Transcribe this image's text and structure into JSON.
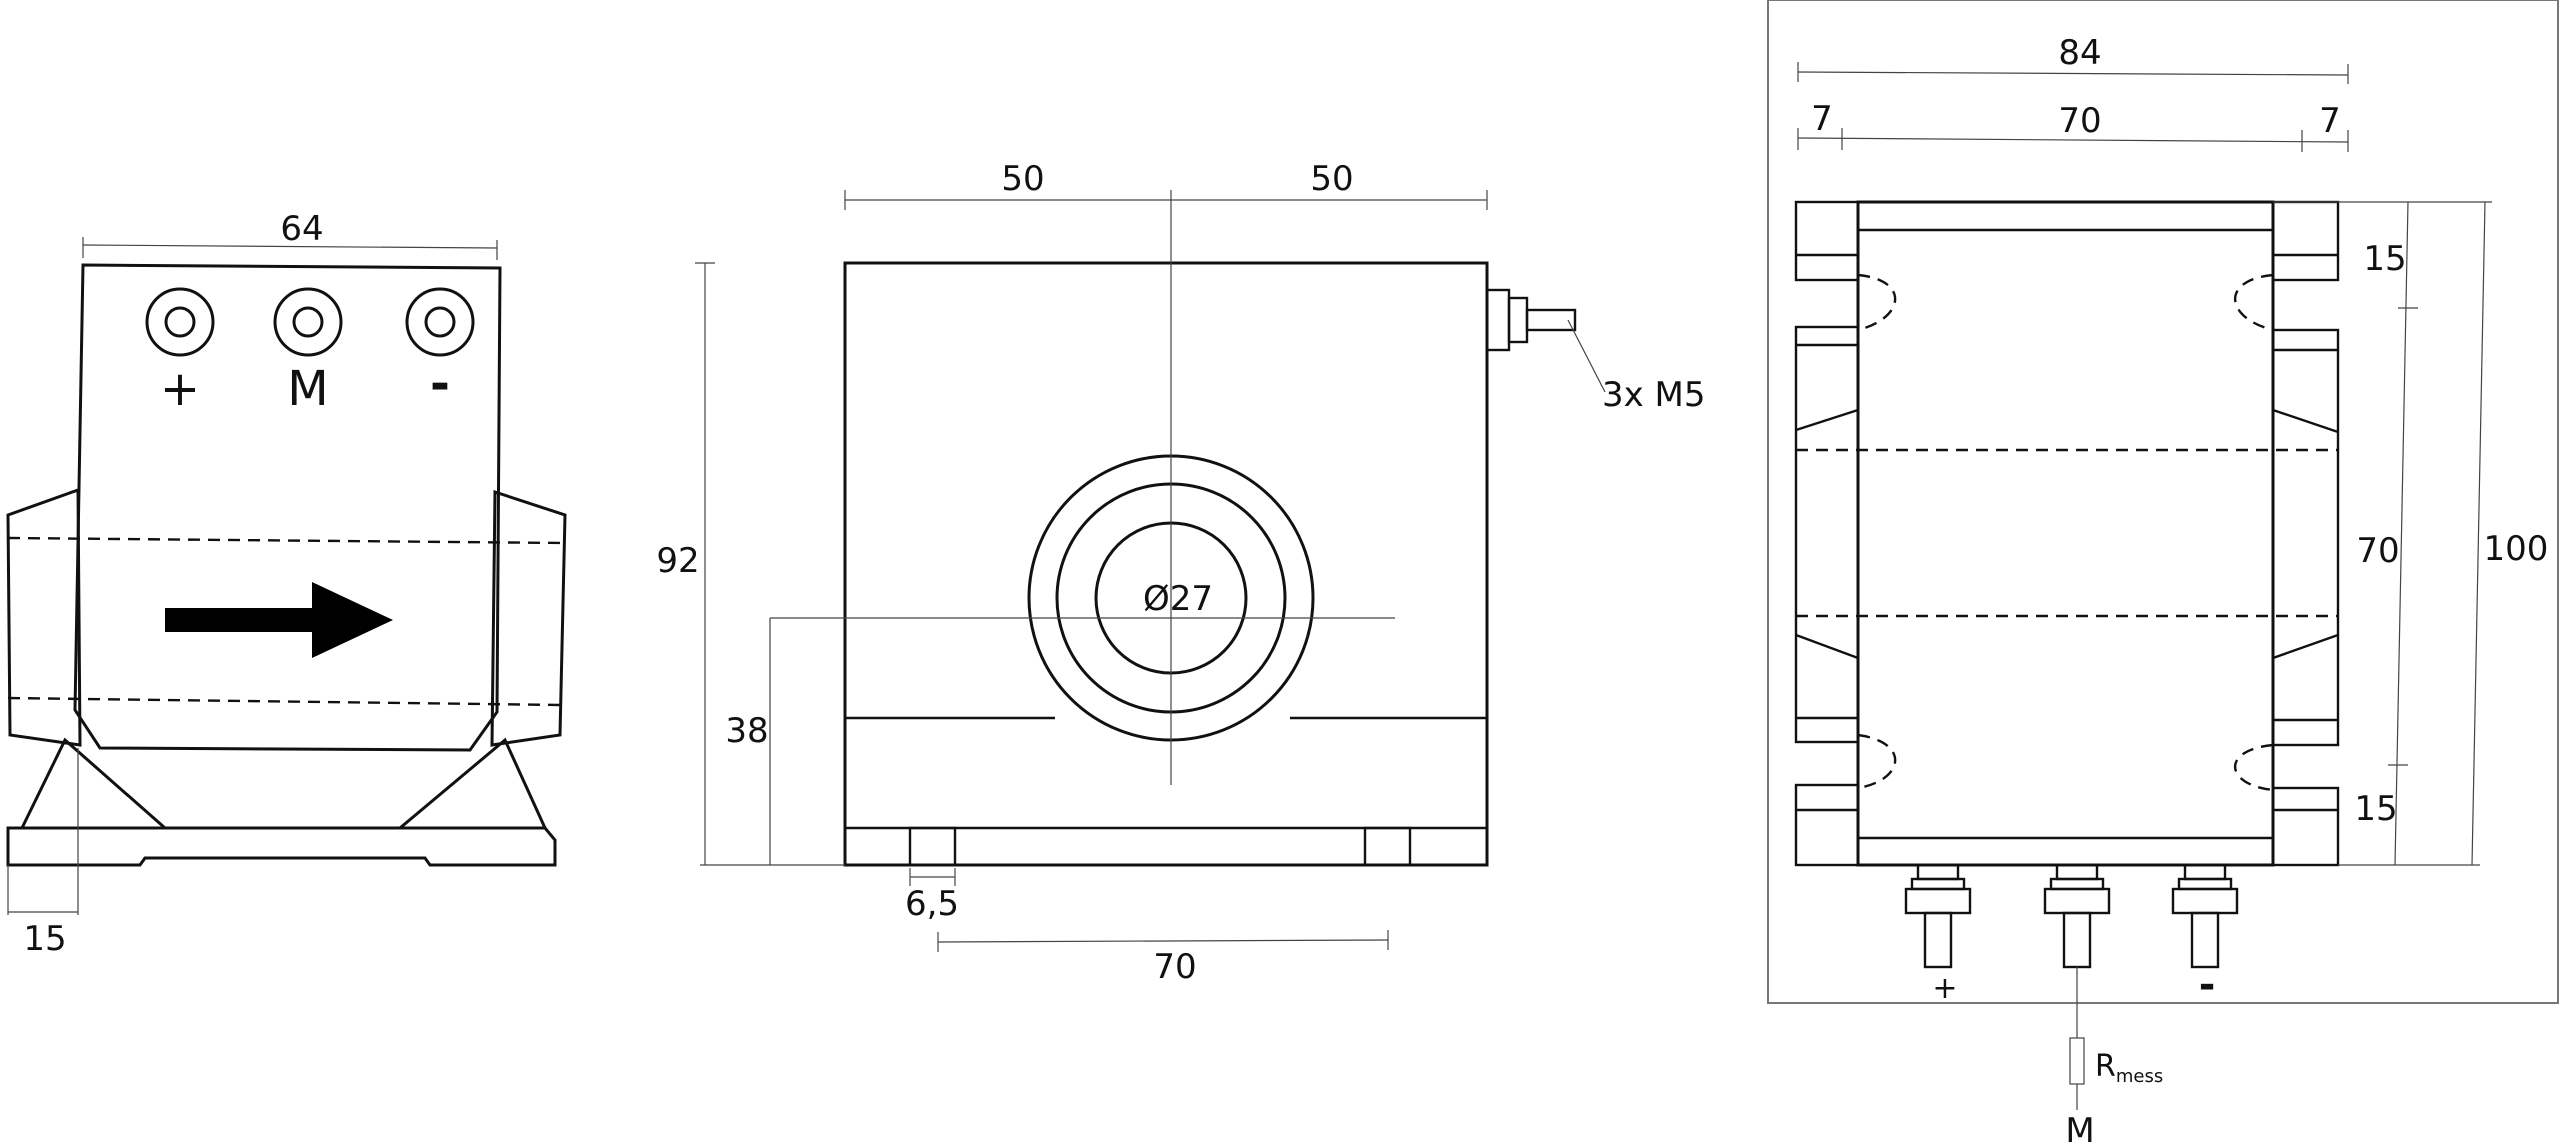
{
  "left_view": {
    "width_label": "64",
    "foot_label": "15",
    "terminal_plus": "+",
    "terminal_m": "M",
    "terminal_minus": "-"
  },
  "middle_view": {
    "half_left_label": "50",
    "half_right_label": "50",
    "height_label": "92",
    "center_height_label": "38",
    "diameter_label": "Ø27",
    "slot_label": "6,5",
    "hole_spacing_label": "70",
    "thread_label": "3x M5"
  },
  "right_view": {
    "overall_width_label": "84",
    "inner_width_label": "70",
    "left_margin_label": "7",
    "right_margin_label": "7",
    "top_offset_label": "15",
    "middle_span_label": "70",
    "bottom_offset_label": "15",
    "overall_height_label": "100",
    "terminal_plus": "+",
    "terminal_minus": "-",
    "resistor_label": "R",
    "resistor_sub": "mess",
    "m_label": "M"
  }
}
